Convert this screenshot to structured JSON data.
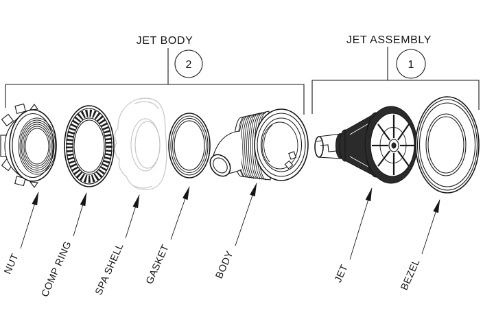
{
  "groups": [
    {
      "label": "JET BODY",
      "number": "2",
      "parts": [
        "NUT",
        "COMP RING",
        "SPA SHELL",
        "GASKET",
        "BODY"
      ]
    },
    {
      "label": "JET ASSEMBLY",
      "number": "1",
      "parts": [
        "JET",
        "BEZEL"
      ]
    }
  ],
  "colors": {
    "line": "#161616",
    "dark_fill": "#2b2b2b",
    "shell_line": "#c6c6c6",
    "background": "#ffffff"
  }
}
